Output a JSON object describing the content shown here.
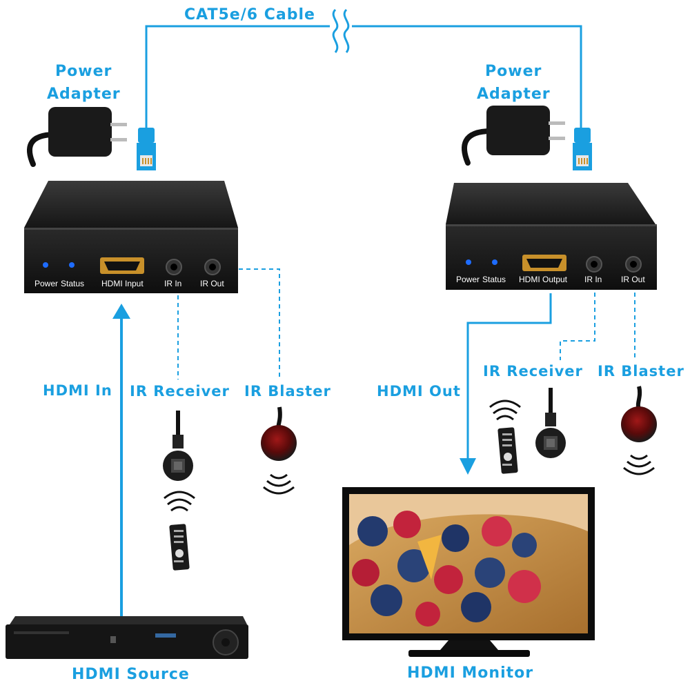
{
  "cable": {
    "label": "CAT5e/6 Cable"
  },
  "transmitter": {
    "power_adapter_label": "Power Adapter",
    "power_adapter_lines": [
      "Power",
      "Adapter"
    ],
    "ports": {
      "power": "Power",
      "status": "Status",
      "hdmi": "HDMI Input",
      "ir_in": "IR In",
      "ir_out": "IR Out"
    },
    "hdmi_label": "HDMI In",
    "ir_receiver_label": "IR Receiver",
    "ir_blaster_label": "IR Blaster"
  },
  "receiver": {
    "power_adapter_label": "Power Adapter",
    "power_adapter_lines": [
      "Power",
      "Adapter"
    ],
    "ports": {
      "power": "Power",
      "status": "Status",
      "hdmi": "HDMI Output",
      "ir_in": "IR In",
      "ir_out": "IR Out"
    },
    "hdmi_label": "HDMI Out",
    "ir_receiver_label": "IR Receiver",
    "ir_blaster_label": "IR Blaster"
  },
  "source": {
    "label": "HDMI Source"
  },
  "monitor": {
    "label": "HDMI Monitor"
  },
  "colors": {
    "accent": "#1a9fe0",
    "device": "#1c1c1c",
    "led": "#1e6cff",
    "hdmi_port": "#c8902a"
  },
  "icons": [
    "power-adapter-icon",
    "rj45-connector-icon",
    "remote-control-icon",
    "ir-receiver-icon",
    "ir-blaster-icon",
    "ir-signal-icon",
    "blu-ray-player-icon",
    "monitor-icon"
  ]
}
